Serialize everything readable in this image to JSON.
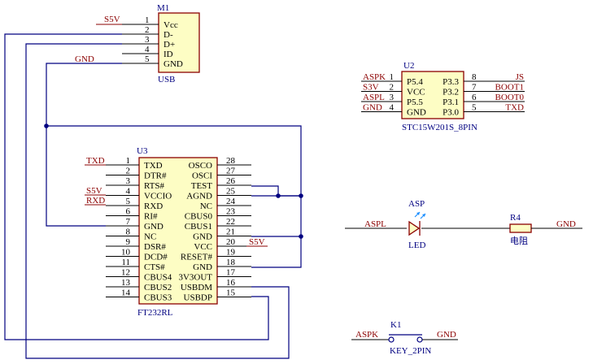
{
  "m1": {
    "ref": "M1",
    "value": "USB",
    "pins": [
      {
        "num": "1",
        "name": "Vcc"
      },
      {
        "num": "2",
        "name": "D-"
      },
      {
        "num": "3",
        "name": "D+"
      },
      {
        "num": "4",
        "name": "ID"
      },
      {
        "num": "5",
        "name": "GND"
      }
    ],
    "nets": {
      "vcc": "S5V",
      "gnd": "GND"
    }
  },
  "u2": {
    "ref": "U2",
    "value": "STC15W201S_8PIN",
    "left_pins": [
      {
        "num": "1",
        "name": "P5.4",
        "net": "ASPK"
      },
      {
        "num": "2",
        "name": "VCC",
        "net": "S3V"
      },
      {
        "num": "3",
        "name": "P5.5",
        "net": "ASPL"
      },
      {
        "num": "4",
        "name": "GND",
        "net": "GND"
      }
    ],
    "right_pins": [
      {
        "num": "8",
        "name": "P3.3",
        "net": "JS"
      },
      {
        "num": "7",
        "name": "P3.2",
        "net": "BOOT1"
      },
      {
        "num": "6",
        "name": "P3.1",
        "net": "BOOT0"
      },
      {
        "num": "5",
        "name": "P3.0",
        "net": "TXD"
      }
    ]
  },
  "u3": {
    "ref": "U3",
    "value": "FT232RL",
    "left_pins": [
      {
        "num": "1",
        "name": "TXD"
      },
      {
        "num": "2",
        "name": "DTR#"
      },
      {
        "num": "3",
        "name": "RTS#"
      },
      {
        "num": "4",
        "name": "VCCIO"
      },
      {
        "num": "5",
        "name": "RXD"
      },
      {
        "num": "6",
        "name": "RI#"
      },
      {
        "num": "7",
        "name": "GND"
      },
      {
        "num": "8",
        "name": "NC"
      },
      {
        "num": "9",
        "name": "DSR#"
      },
      {
        "num": "10",
        "name": "DCD#"
      },
      {
        "num": "11",
        "name": "CTS#"
      },
      {
        "num": "12",
        "name": "CBUS4"
      },
      {
        "num": "13",
        "name": "CBUS2"
      },
      {
        "num": "14",
        "name": "CBUS3"
      }
    ],
    "right_pins": [
      {
        "num": "28",
        "name": "OSCO"
      },
      {
        "num": "27",
        "name": "OSCI"
      },
      {
        "num": "26",
        "name": "TEST"
      },
      {
        "num": "25",
        "name": "AGND"
      },
      {
        "num": "24",
        "name": "NC"
      },
      {
        "num": "23",
        "name": "CBUS0"
      },
      {
        "num": "22",
        "name": "CBUS1"
      },
      {
        "num": "21",
        "name": "GND"
      },
      {
        "num": "20",
        "name": "VCC"
      },
      {
        "num": "19",
        "name": "RESET#"
      },
      {
        "num": "18",
        "name": "GND"
      },
      {
        "num": "17",
        "name": "3V3OUT"
      },
      {
        "num": "16",
        "name": "USBDM"
      },
      {
        "num": "15",
        "name": "USBDP"
      }
    ],
    "nets": {
      "txd": "TXD",
      "vccio": "S5V",
      "rxd": "RXD",
      "vcc": "S5V"
    }
  },
  "led": {
    "label": "ASP",
    "name": "LED",
    "net_in": "ASPL"
  },
  "r4": {
    "ref": "R4",
    "value": "电阻",
    "net_out": "GND"
  },
  "k1": {
    "ref": "K1",
    "value": "KEY_2PIN",
    "net_in": "ASPK",
    "net_out": "GND"
  }
}
